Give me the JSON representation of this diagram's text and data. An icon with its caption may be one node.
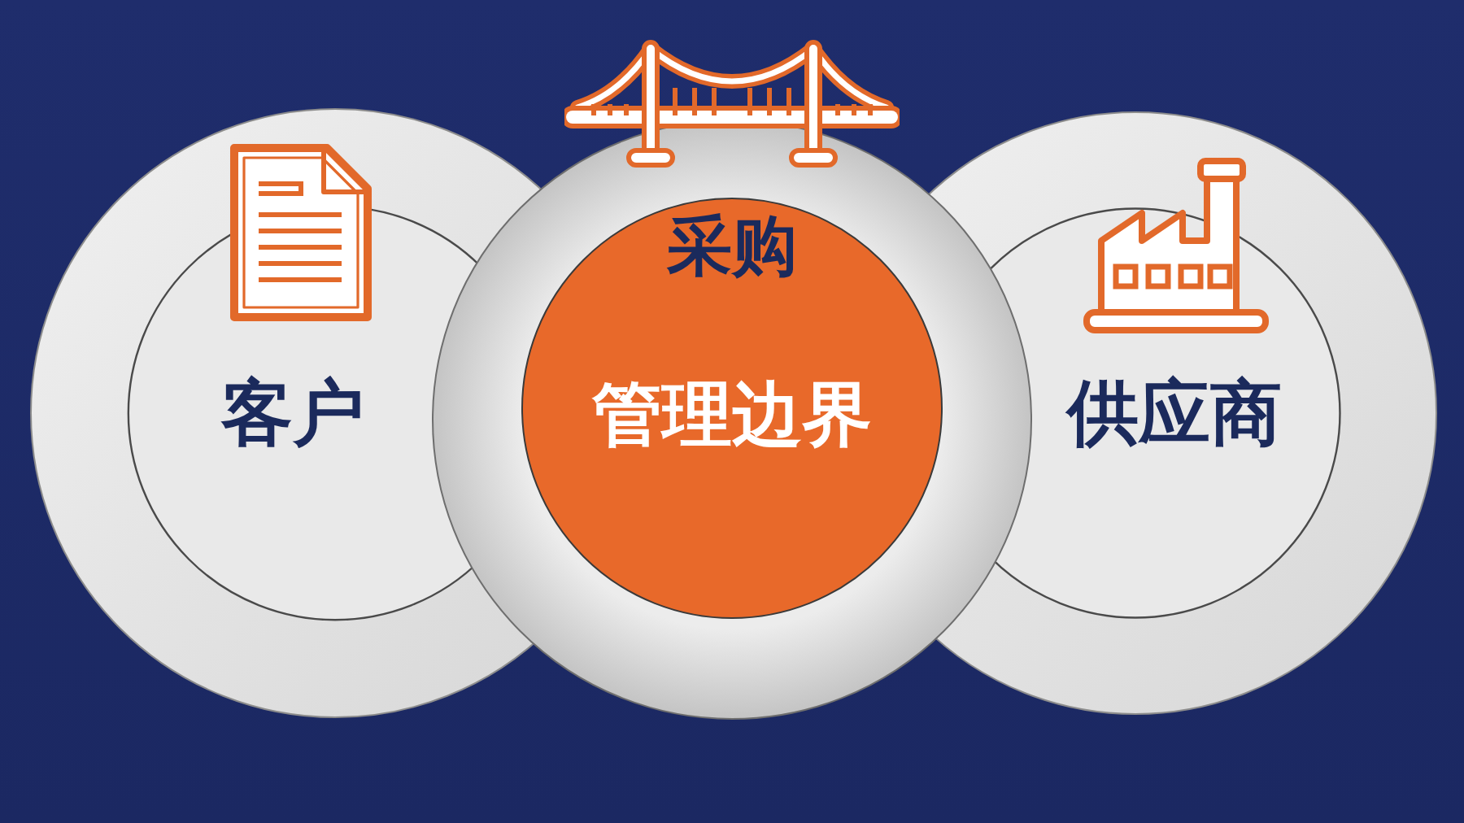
{
  "diagram": {
    "nodes": [
      {
        "text": [
          "客户"
        ]
      },
      {
        "text": [],
        "shape": "circle"
      },
      {
        "text": [
          "采购",
          "管理边界"
        ],
        "in": 1
      },
      {
        "text": [
          "供应商"
        ]
      }
    ]
  }
}
